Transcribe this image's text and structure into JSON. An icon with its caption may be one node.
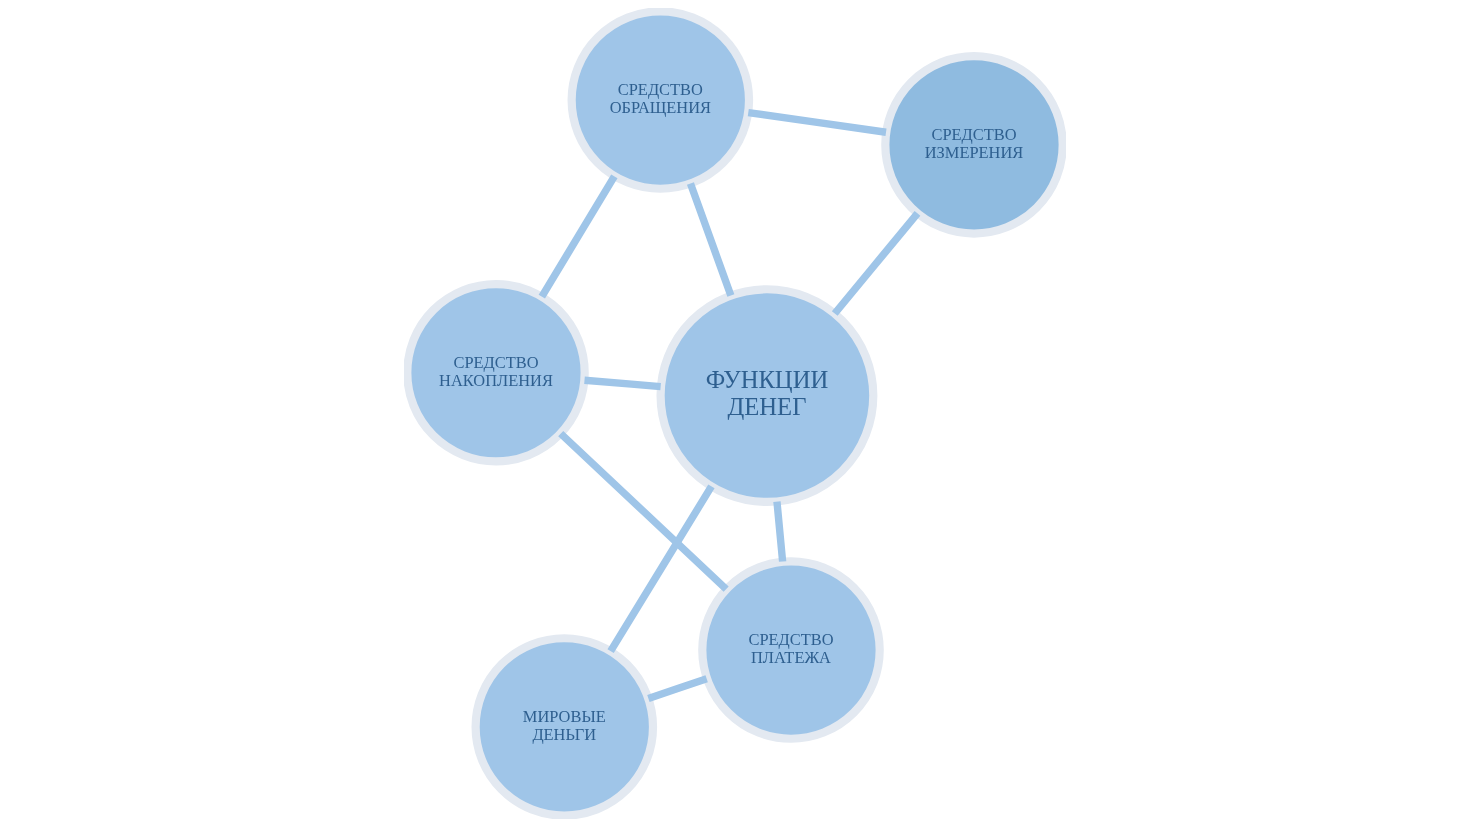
{
  "diagram": {
    "nodes": [
      {
        "text": [
          "ФУНКЦИИ ДЕНЕГ"
        ]
      },
      {
        "text": [
          "СРЕДСТВО ИЗМЕРЕНИЯ"
        ]
      },
      {
        "text": [
          "МИРОВЫЕ ДЕНЬГИ"
        ]
      },
      {
        "text": [
          "СРЕДСТВО ОБРАЩЕНИЯ"
        ]
      },
      {
        "text": [
          "СРЕДСТВО ПЛАТЕЖА"
        ]
      },
      {
        "text": [
          "СРЕДСТВО НАКОПЛЕНИЯ"
        ]
      }
    ],
    "edges": [
      {
        "from": 0,
        "to": 1,
        "arrow": "none"
      },
      {
        "from": 0,
        "to": 2,
        "arrow": "none"
      },
      {
        "from": 0,
        "to": 3,
        "arrow": "none"
      },
      {
        "from": 0,
        "to": 5,
        "arrow": "none"
      },
      {
        "from": 0,
        "to": 4,
        "arrow": "none"
      },
      {
        "from": 1,
        "to": 3,
        "arrow": "none"
      },
      {
        "from": 2,
        "to": 4,
        "arrow": "none"
      },
      {
        "from": 3,
        "to": 5,
        "arrow": "none"
      },
      {
        "from": 5,
        "to": 4,
        "arrow": "none"
      }
    ]
  }
}
